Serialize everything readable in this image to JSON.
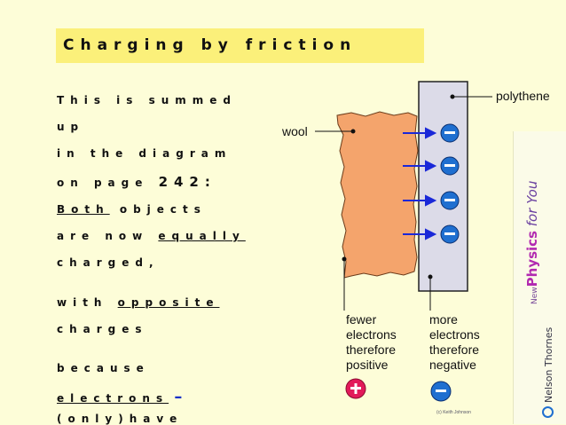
{
  "title": "Charging by friction",
  "lines": {
    "l1": "This is summed",
    "l2": "up",
    "l3": "in the diagram",
    "l4a": "on page ",
    "l4b": "242:",
    "l5a": "Both",
    "l5b": " objects",
    "l6a": "are now ",
    "l6b": "equally",
    "l7": "charged,",
    "l8a": "with ",
    "l8b": "opposite",
    "l9": "charges",
    "l10": "because",
    "l11a": "electrons",
    "l11b": " –",
    "l12": "(only)have"
  },
  "diagram": {
    "wool_label": "wool",
    "polythene_label": "polythene",
    "fewer_label": [
      "fewer",
      "electrons",
      "therefore",
      "positive"
    ],
    "more_label": [
      "more",
      "electrons",
      "therefore",
      "negative"
    ],
    "minus_symbol": "−",
    "plus_symbol": "+",
    "colors": {
      "wool": "#f4a46c",
      "polythene": "#dcdbe8",
      "arrow": "#1a28d8",
      "electron": "#1f6fd0",
      "positive": "#e21a5a"
    }
  },
  "branding": {
    "series_new": "New",
    "series_physics": "Physics",
    "series_for_you": " for You",
    "publisher": "Nelson Thornes",
    "credit": "(c) Keith Johnson"
  }
}
